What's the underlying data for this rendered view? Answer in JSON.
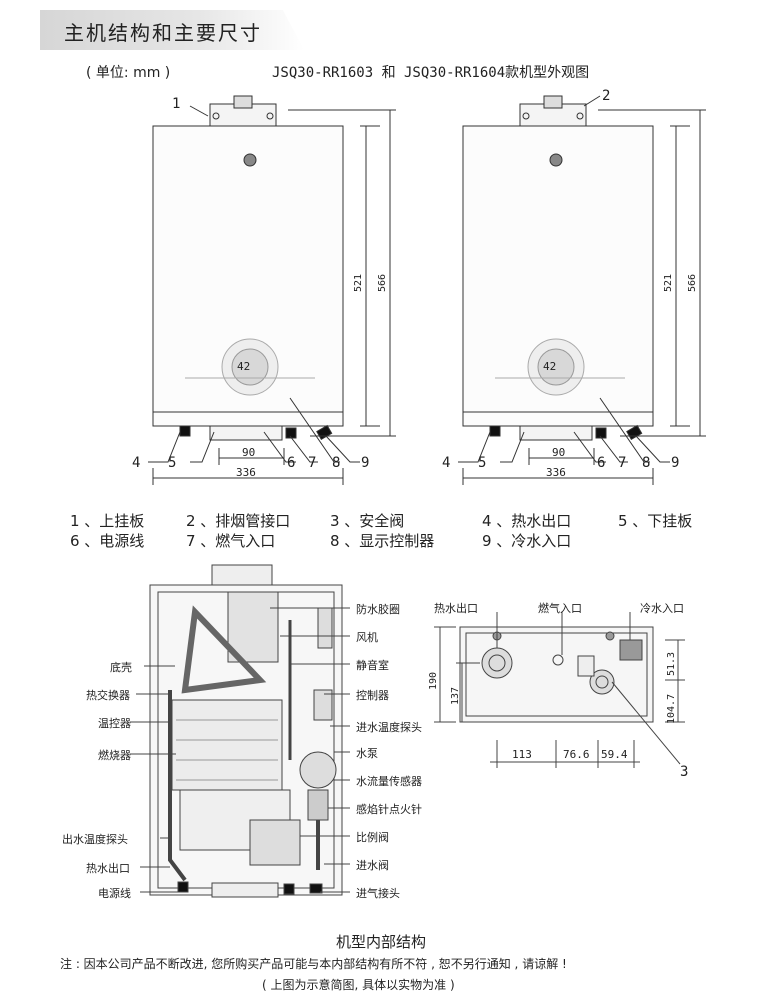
{
  "header": {
    "title": "主机结构和主要尺寸"
  },
  "unit_label": "( 单位:   mm )",
  "model_caption": "JSQ30-RR1603 和 JSQ30-RR1604款机型外观图",
  "callouts": {
    "c1": "1",
    "c2": "2",
    "c3": "3",
    "c4": "4",
    "c5": "5",
    "c6": "6",
    "c7": "7",
    "c8": "8",
    "c9": "9"
  },
  "dimensions": {
    "h521": "521",
    "h566": "566",
    "w90": "90",
    "w336": "336",
    "d190": "190",
    "d137": "137",
    "d113": "113",
    "d766": "76.6",
    "d594": "59.4",
    "d513": "51.3",
    "d1047": "104.7"
  },
  "display_value": "42",
  "legend": {
    "row1": [
      "1 、上挂板",
      "2 、排烟管接口",
      "3 、安全阀",
      "4 、热水出口",
      "5 、下挂板"
    ],
    "row2": [
      "6 、电源线",
      "7 、燃气入口",
      "8 、显示控制器",
      "9 、冷水入口"
    ]
  },
  "internal_labels_left": [
    "底壳",
    "热交换器",
    "温控器",
    "燃烧器",
    "出水温度探头",
    "热水出口",
    "电源线"
  ],
  "internal_labels_right": [
    "防水胶圈",
    "风机",
    "静音室",
    "控制器",
    "进水温度探头",
    "水泵",
    "水流量传感器",
    "感焰针点火针",
    "比例阀",
    "进水阀",
    "进气接头"
  ],
  "bottom_view_labels": {
    "hot_out": "热水出口",
    "gas_in": "燃气入口",
    "cold_in": "冷水入口"
  },
  "internal_caption": "机型内部结构",
  "footer_note": "注 : 因本公司产品不断改进, 您所购买产品可能与本内部结构有所不符 , 恕不另行通知 , 请谅解 !",
  "footer_note2": "( 上图为示意简图, 具体以实物为准 )"
}
